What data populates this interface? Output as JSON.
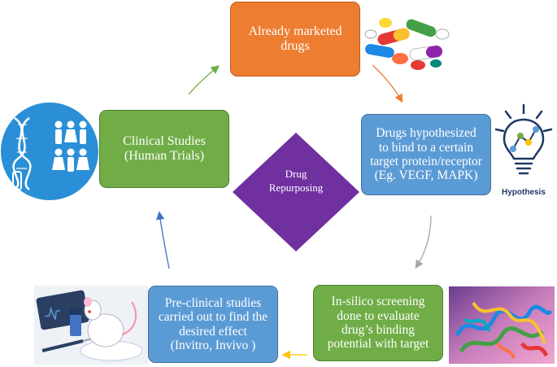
{
  "nodes": {
    "marketed": "Already marketed\ndrugs",
    "hypothesis": "Drugs hypothesized\nto bind to a certain\ntarget protein/receptor\n(Eg. VEGF, MAPK)",
    "insilico": "In-silico screening\ndone to evaluate\ndrug’s binding\npotential with target",
    "preclinical": "Pre-clinical studies\ncarried out to find the\ndesired effect\n(Invitro, Invivo )",
    "clinical": "Clinical Studies\n(Human Trials)"
  },
  "center": "Drug\nRepurposing",
  "hypothesis_caption": "Hypothesis",
  "colors": {
    "orange": "#ed7d31",
    "blue": "#5b9bd5",
    "green": "#70ad47",
    "purple": "#7030a0",
    "arrow_orange": "#ed7d31",
    "arrow_grey": "#a5a5a5",
    "arrow_yellow": "#ffc000",
    "arrow_blue": "#4472c4",
    "arrow_green": "#70ad47"
  },
  "icons": [
    "pills-icon",
    "lightbulb-icon",
    "protein-structure-icon",
    "lab-mouse-icon",
    "dna-people-icon"
  ]
}
